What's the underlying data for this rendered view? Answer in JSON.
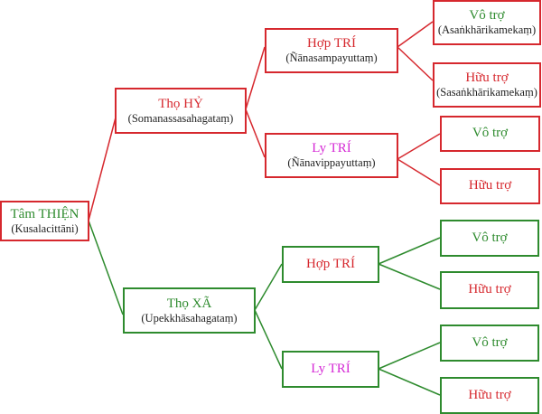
{
  "colors": {
    "red": "#d6282e",
    "green": "#2e8b2e",
    "magenta": "#d52ad5",
    "subtitle": "#222222"
  },
  "root": {
    "title": "Tâm THIỆN",
    "subtitle": "(Kusalacittāni)"
  },
  "branch_joy": {
    "title": "Thọ HỶ",
    "subtitle": "(Somanassasahagataṃ)",
    "with_knowledge": {
      "title": "Hợp TRÍ",
      "subtitle": "(Ñānasampayuttaṃ)",
      "unprompted": {
        "title": "Vô trợ",
        "subtitle": "(Asaṅkhārikamekaṃ)"
      },
      "prompted": {
        "title": "Hữu trợ",
        "subtitle": "(Sasaṅkhārikamekaṃ)"
      }
    },
    "without_knowledge": {
      "title": "Ly TRÍ",
      "subtitle": "(Ñānavippayuttaṃ)",
      "unprompted": {
        "title": "Vô trợ"
      },
      "prompted": {
        "title": "Hữu trợ"
      }
    }
  },
  "branch_equanimity": {
    "title": "Thọ XÃ",
    "subtitle": "(Upekkhāsahagataṃ)",
    "with_knowledge": {
      "title": "Hợp TRÍ",
      "unprompted": {
        "title": "Vô trợ"
      },
      "prompted": {
        "title": "Hữu trợ"
      }
    },
    "without_knowledge": {
      "title": "Ly TRÍ",
      "unprompted": {
        "title": "Vô trợ"
      },
      "prompted": {
        "title": "Hữu trợ"
      }
    }
  }
}
